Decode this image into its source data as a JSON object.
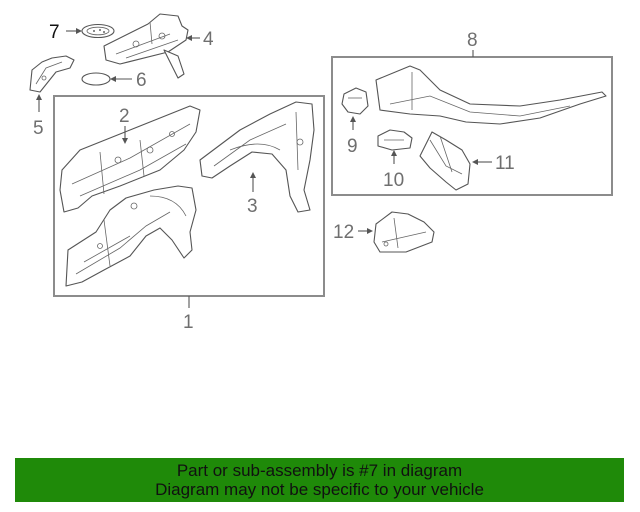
{
  "callouts": {
    "c1": "1",
    "c2": "2",
    "c3": "3",
    "c4": "4",
    "c5": "5",
    "c6": "6",
    "c7": "7",
    "c8": "8",
    "c9": "9",
    "c10": "10",
    "c11": "11",
    "c12": "12"
  },
  "highlighted_part": "7",
  "banner": {
    "line1": "Part or sub-assembly is #7 in diagram",
    "line2": "Diagram may not be specific to your vehicle"
  },
  "colors": {
    "banner_bg": "#1f8a09",
    "line_art": "#555555",
    "group_box": "#8c8c8c",
    "callout": "#6f6f6f",
    "callout_active": "#111111"
  }
}
